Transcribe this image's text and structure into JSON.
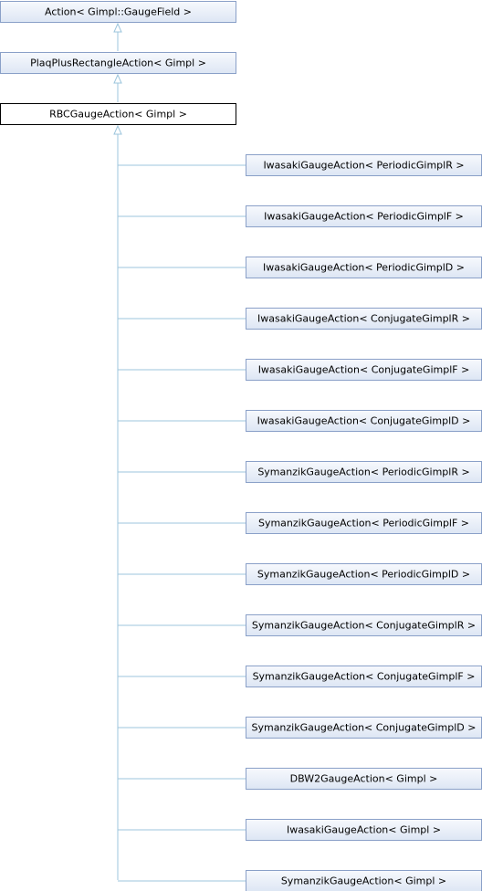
{
  "diagram": {
    "nodes": {
      "action": "Action< Gimpl::GaugeField >",
      "plaq_plus_rectangle": "PlaqPlusRectangleAction< Gimpl >",
      "rbc": "RBCGaugeAction< Gimpl >",
      "children": [
        "IwasakiGaugeAction< PeriodicGimplR >",
        "IwasakiGaugeAction< PeriodicGimplF >",
        "IwasakiGaugeAction< PeriodicGimplD >",
        "IwasakiGaugeAction< ConjugateGimplR >",
        "IwasakiGaugeAction< ConjugateGimplF >",
        "IwasakiGaugeAction< ConjugateGimplD >",
        "SymanzikGaugeAction< PeriodicGimplR >",
        "SymanzikGaugeAction< PeriodicGimplF >",
        "SymanzikGaugeAction< PeriodicGimplD >",
        "SymanzikGaugeAction< ConjugateGimplR >",
        "SymanzikGaugeAction< ConjugateGimplF >",
        "SymanzikGaugeAction< ConjugateGimplD >",
        "DBW2GaugeAction< Gimpl >",
        "IwasakiGaugeAction< Gimpl >",
        "SymanzikGaugeAction< Gimpl >"
      ]
    },
    "colors": {
      "edge": "#9cc5dc",
      "box_border": "#8aa0c8",
      "box_fill_top": "#f7f9fd",
      "box_fill_bottom": "#dde6f4",
      "current_border": "#000000"
    }
  }
}
